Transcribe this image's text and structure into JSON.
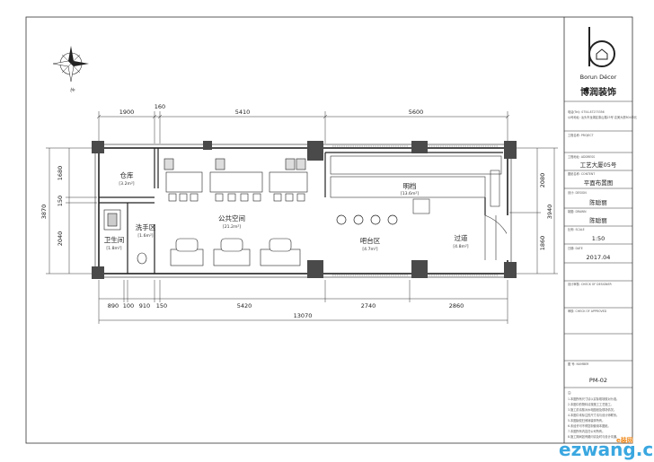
{
  "compass": {
    "label": "北"
  },
  "dimensions": {
    "top": [
      "1900",
      "160",
      "5410",
      "5600"
    ],
    "bottom": [
      "890",
      "100",
      "910",
      "150",
      "5420",
      "2740",
      "2860"
    ],
    "total": "13070",
    "left": [
      "1680",
      "150",
      "2040"
    ],
    "left_total": "3870",
    "right": [
      "2080",
      "1860"
    ],
    "right_total": "3940"
  },
  "rooms": {
    "storage": {
      "name": "仓库",
      "area": "[3.2m²]"
    },
    "toilet": {
      "name": "卫生间",
      "area": "[1.8m²]"
    },
    "wash": {
      "name": "洗手区",
      "area": "[1.6m²]"
    },
    "public": {
      "name": "公共空间",
      "area": "[21.2m²]"
    },
    "kitchen": {
      "name": "明档",
      "area": "[13.6m²]"
    },
    "bar": {
      "name": "吧台区",
      "area": "[4.7m²]"
    },
    "corridor": {
      "name": "过道",
      "area": "[4.8m²]"
    }
  },
  "title_block": {
    "brand_en": "Borun Décor",
    "brand_cn": "博润装饰",
    "phone": "电话(Tel): 0754-87275356",
    "address": "公司地址: 汕头市龙湖区泰山路23号 嘉美大厦804单元",
    "project_label": "工程名称:\nPROJECT",
    "address_label": "工程地址:\nADDRESS",
    "address_value": "工艺大厦05号",
    "drawing_label": "图纸名称:\nCONTENT",
    "drawing_value": "平面布置图",
    "design_label": "设计:\nDESIGN",
    "design_value": "陈聪丽",
    "drawn_label": "制图:\nDRAWN",
    "drawn_value": "陈聪丽",
    "scale_label": "比例:\nSCALE",
    "scale_value": "1:50",
    "date_label": "日期:\nDATE",
    "date_value": "2017.04",
    "check_label": "设计审核:\nCHECK OF DESIGNER",
    "approve_label": "审核:\nCHECK OF APPROVED",
    "number_label": "图   号:\nNUMBER",
    "number_value": "PM-02",
    "notes_label": "注:",
    "notes": [
      "1.本图所有尺寸请以实际现场核对为准。",
      "2.本图中的物料请按施工工艺施工。",
      "3.施工前请核对水电图纸及现场情况。",
      "4.本图中未标注的尺寸请与设计师联系。",
      "5.本图版权归博润装饰所有。",
      "6.未经许可不得复制使用本图纸。",
      "7.本图所有内容归公司所有。",
      "8.施工期间如有疑问请及时与设计沟通。"
    ]
  },
  "watermark": {
    "text": "ezwang.cn",
    "tag": "e装网"
  },
  "colors": {
    "line": "#222222",
    "column": "#4a4a4a",
    "watermark_blue": "#3aa7e0",
    "watermark_orange": "#f08a1c"
  }
}
